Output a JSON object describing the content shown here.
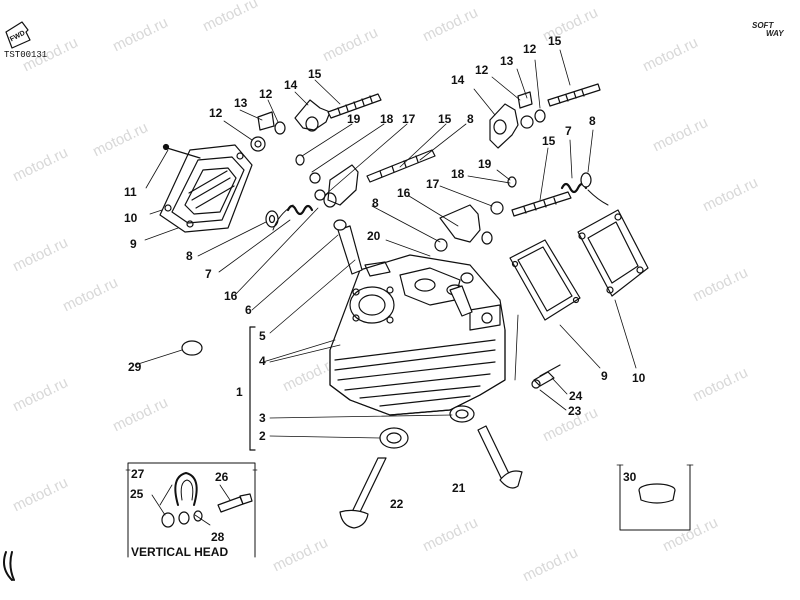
{
  "header": {
    "code": "TST00131",
    "fwd": "FWD",
    "brand_line1": "SOFT",
    "brand_line2": "WAY"
  },
  "inset_caption": "VERTICAL HEAD",
  "watermark": "motod.ru",
  "callouts": {
    "c1": "1",
    "c2": "2",
    "c3": "3",
    "c4": "4",
    "c5": "5",
    "c6": "6",
    "c7a": "7",
    "c7b": "7",
    "c8a": "8",
    "c8b": "8",
    "c8c": "8",
    "c8d": "8",
    "c9a": "9",
    "c9b": "9",
    "c10a": "10",
    "c10b": "10",
    "c11": "11",
    "c12a": "12",
    "c12b": "12",
    "c12c": "12",
    "c12d": "12",
    "c13a": "13",
    "c13b": "13",
    "c14a": "14",
    "c14b": "14",
    "c15a": "15",
    "c15b": "15",
    "c15c": "15",
    "c15d": "15",
    "c16a": "16",
    "c16b": "16",
    "c17a": "17",
    "c17b": "17",
    "c18a": "18",
    "c18b": "18",
    "c19a": "19",
    "c19b": "19",
    "c20": "20",
    "c21": "21",
    "c22": "22",
    "c23": "23",
    "c24": "24",
    "c25": "25",
    "c26": "26",
    "c27": "27",
    "c28": "28",
    "c29": "29",
    "c30": "30"
  },
  "colors": {
    "ink": "#111111",
    "watermark": "#d8d8d8"
  }
}
